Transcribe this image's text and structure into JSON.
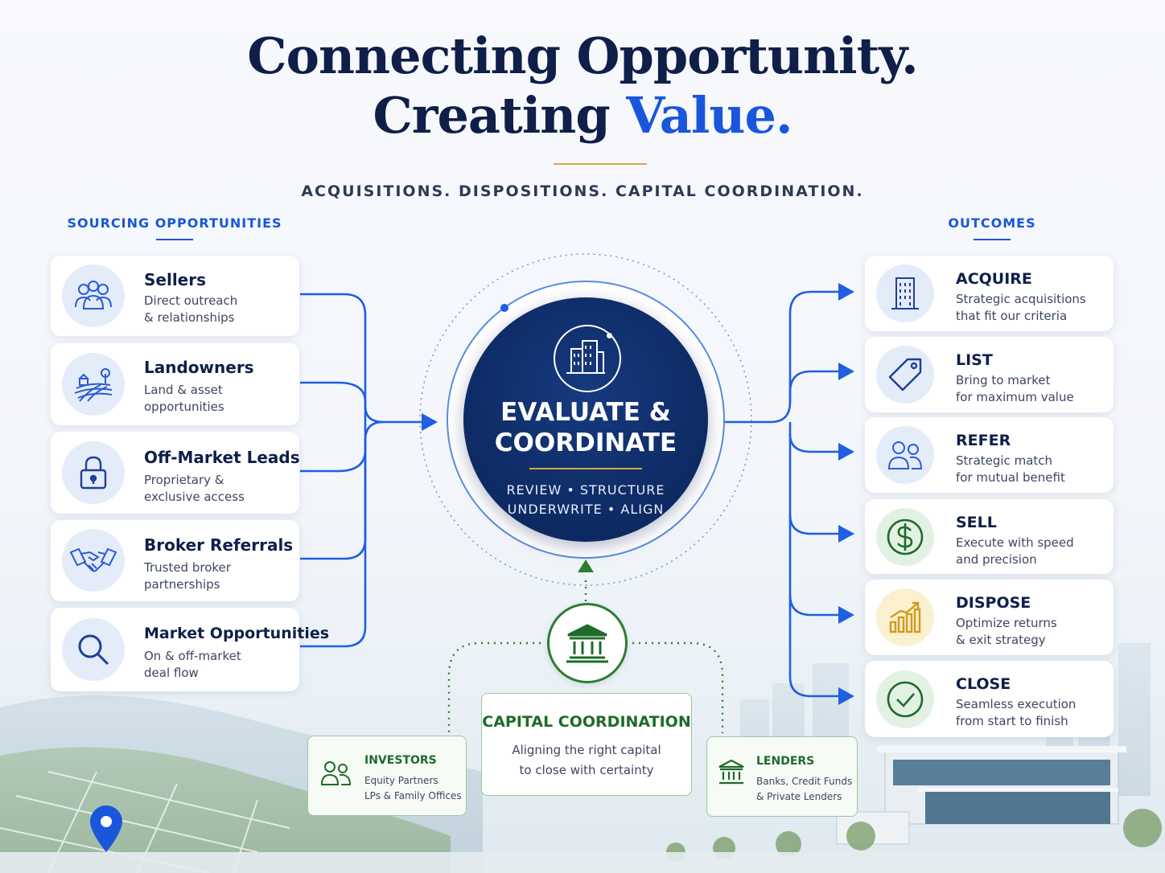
{
  "header": {
    "title_line1": "Connecting Opportunity.",
    "title_line2_prefix": "Creating",
    "title_line2_accent": "Value.",
    "tagline": "ACQUISITIONS. DISPOSITIONS. CAPITAL COORDINATION."
  },
  "sourcing": {
    "heading": "SOURCING OPPORTUNITIES",
    "items": [
      {
        "title": "Sellers",
        "line1": "Direct outreach",
        "line2": "& relationships",
        "icon": "people-icon"
      },
      {
        "title": "Landowners",
        "line1": "Land & asset",
        "line2": "opportunities",
        "icon": "farmland-icon"
      },
      {
        "title": "Off-Market Leads",
        "line1": "Proprietary &",
        "line2": "exclusive access",
        "icon": "lock-icon"
      },
      {
        "title": "Broker Referrals",
        "line1": "Trusted broker",
        "line2": "partnerships",
        "icon": "handshake-icon"
      },
      {
        "title": "Market Opportunities",
        "line1": "On & off-market",
        "line2": "deal flow",
        "icon": "magnifier-icon"
      }
    ]
  },
  "hub": {
    "title_line1": "EVALUATE &",
    "title_line2": "COORDINATE",
    "sub_line1": "REVIEW • STRUCTURE",
    "sub_line2": "UNDERWRITE • ALIGN"
  },
  "outcomes": {
    "heading": "OUTCOMES",
    "items": [
      {
        "title": "ACQUIRE",
        "line1": "Strategic acquisitions",
        "line2": "that fit our criteria",
        "icon": "building-icon"
      },
      {
        "title": "LIST",
        "line1": "Bring to market",
        "line2": "for maximum value",
        "icon": "price-tag-icon"
      },
      {
        "title": "REFER",
        "line1": "Strategic match",
        "line2": "for mutual benefit",
        "icon": "people-icon"
      },
      {
        "title": "SELL",
        "line1": "Execute with speed",
        "line2": "and precision",
        "icon": "dollar-icon"
      },
      {
        "title": "DISPOSE",
        "line1": "Optimize returns",
        "line2": "& exit strategy",
        "icon": "growth-chart-icon"
      },
      {
        "title": "CLOSE",
        "line1": "Seamless execution",
        "line2": "from start to finish",
        "icon": "check-icon"
      }
    ]
  },
  "capital": {
    "title": "CAPITAL COORDINATION",
    "line1": "Aligning the right capital",
    "line2": "to close with certainty",
    "investors": {
      "title": "INVESTORS",
      "line1": "Equity Partners",
      "line2": "LPs & Family Offices"
    },
    "lenders": {
      "title": "LENDERS",
      "line1": "Banks, Credit Funds",
      "line2": "& Private Lenders"
    }
  },
  "colors": {
    "navy": "#0f1f4a",
    "accent_blue": "#1a56db",
    "gold": "#d4aa3c",
    "green": "#2e7d32"
  }
}
